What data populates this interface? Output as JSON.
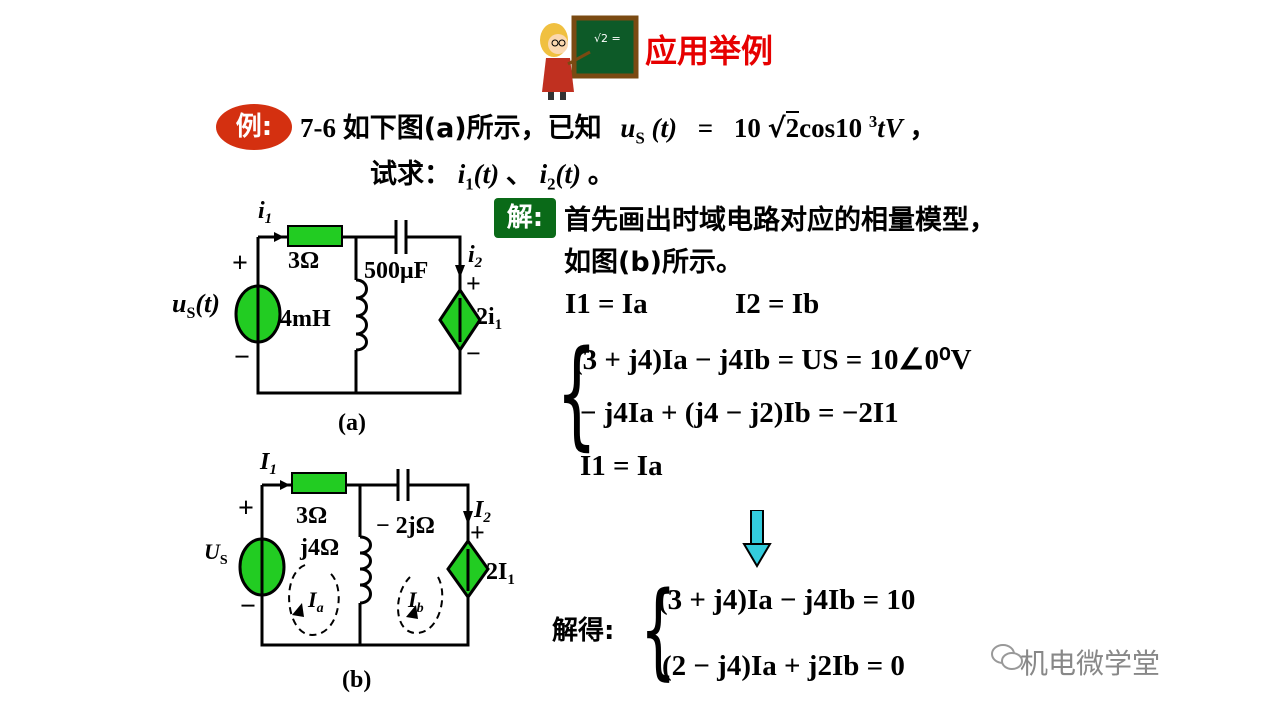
{
  "title": "应用举例",
  "blackboard_text": "√2 =",
  "example": {
    "badge": "例:",
    "number": "7-6",
    "text1": "如下图(a)所示，已知",
    "given_lhs": "u",
    "given_sub": "S",
    "given_arg": "(t)",
    "given_eq": "=",
    "given_coef": "10",
    "given_root": "2",
    "given_cos": "cos10",
    "given_exp": "3",
    "given_tail": "tV",
    "comma": "，",
    "ask": "试求：",
    "ask_i1": "i",
    "ask_i1_sub": "1",
    "ask_i1_arg": "(t)",
    "ask_sep": "、",
    "ask_i2": "i",
    "ask_i2_sub": "2",
    "ask_i2_arg": "(t)",
    "ask_end": "。"
  },
  "solution": {
    "badge": "解:",
    "line1": "首先画出时域电路对应的相量模型，",
    "line2": "如图(b)所示。",
    "eq_a": "I1 = Ia",
    "eq_b": "I2 = Ib",
    "sys1": "(3 + j4)Ia − j4Ib = US = 10∠0⁰V",
    "sys2": "− j4Ia + (j4 − j2)Ib = −2I1",
    "sys3": "I1 = Ia",
    "result_label": "解得:",
    "res1": "(3 + j4)Ia − j4Ib = 10",
    "res2": "(2 − j4)Ia + j2Ib = 0"
  },
  "circuit_a": {
    "caption": "(a)",
    "current1": "i",
    "current1_sub": "1",
    "resistor": "3Ω",
    "capacitor": "500μF",
    "inductor": "4mH",
    "current2": "i",
    "current2_sub": "2",
    "source": "u",
    "source_sub": "S",
    "source_arg": "(t)",
    "dep_source": "2i",
    "dep_source_sub": "1",
    "plus": "+",
    "minus": "−"
  },
  "circuit_b": {
    "caption": "(b)",
    "current1": "I",
    "current1_sub": "1",
    "resistor": "3Ω",
    "capacitor": "− 2jΩ",
    "inductor": "j4Ω",
    "current2": "I",
    "current2_sub": "2",
    "source": "U",
    "source_sub": "S",
    "dep_source": "2I",
    "dep_source_sub": "1",
    "loop_a": "I",
    "loop_a_sub": "a",
    "loop_b": "I",
    "loop_b_sub": "b",
    "plus": "+",
    "minus": "−"
  },
  "watermark": "机电微学堂",
  "colors": {
    "title": "#e60000",
    "example_badge": "#d43010",
    "solution_badge": "#0a6a18",
    "element_fill": "#22cc22",
    "arrow": "#33ccdd"
  }
}
